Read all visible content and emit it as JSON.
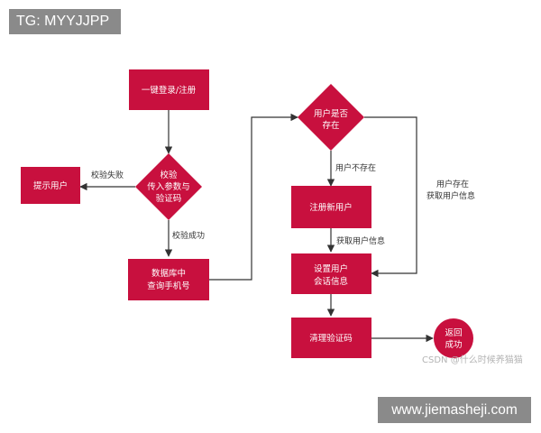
{
  "watermark_top": "TG: MYYJJPP",
  "watermark_bottom": "www.jiemasheji.com",
  "credit": "CSDN @什么时候养猫猫",
  "colors": {
    "node": "#c8103e",
    "line": "#333333"
  },
  "nodes": {
    "login": "一键登录/注册",
    "validate": [
      "校验",
      "传入参数与",
      "验证码"
    ],
    "prompt": "提示用户",
    "query": [
      "数据库中",
      "查询手机号"
    ],
    "exists": [
      "用户是否",
      "存在"
    ],
    "register": "注册新用户",
    "session": [
      "设置用户",
      "会话信息"
    ],
    "clear": "清理验证码",
    "return": [
      "返回",
      "成功"
    ]
  },
  "edge_labels": {
    "fail": "校验失败",
    "success": "校验成功",
    "not_exist": "用户不存在",
    "exist": [
      "用户存在",
      "获取用户信息"
    ],
    "get_info": "获取用户信息"
  }
}
